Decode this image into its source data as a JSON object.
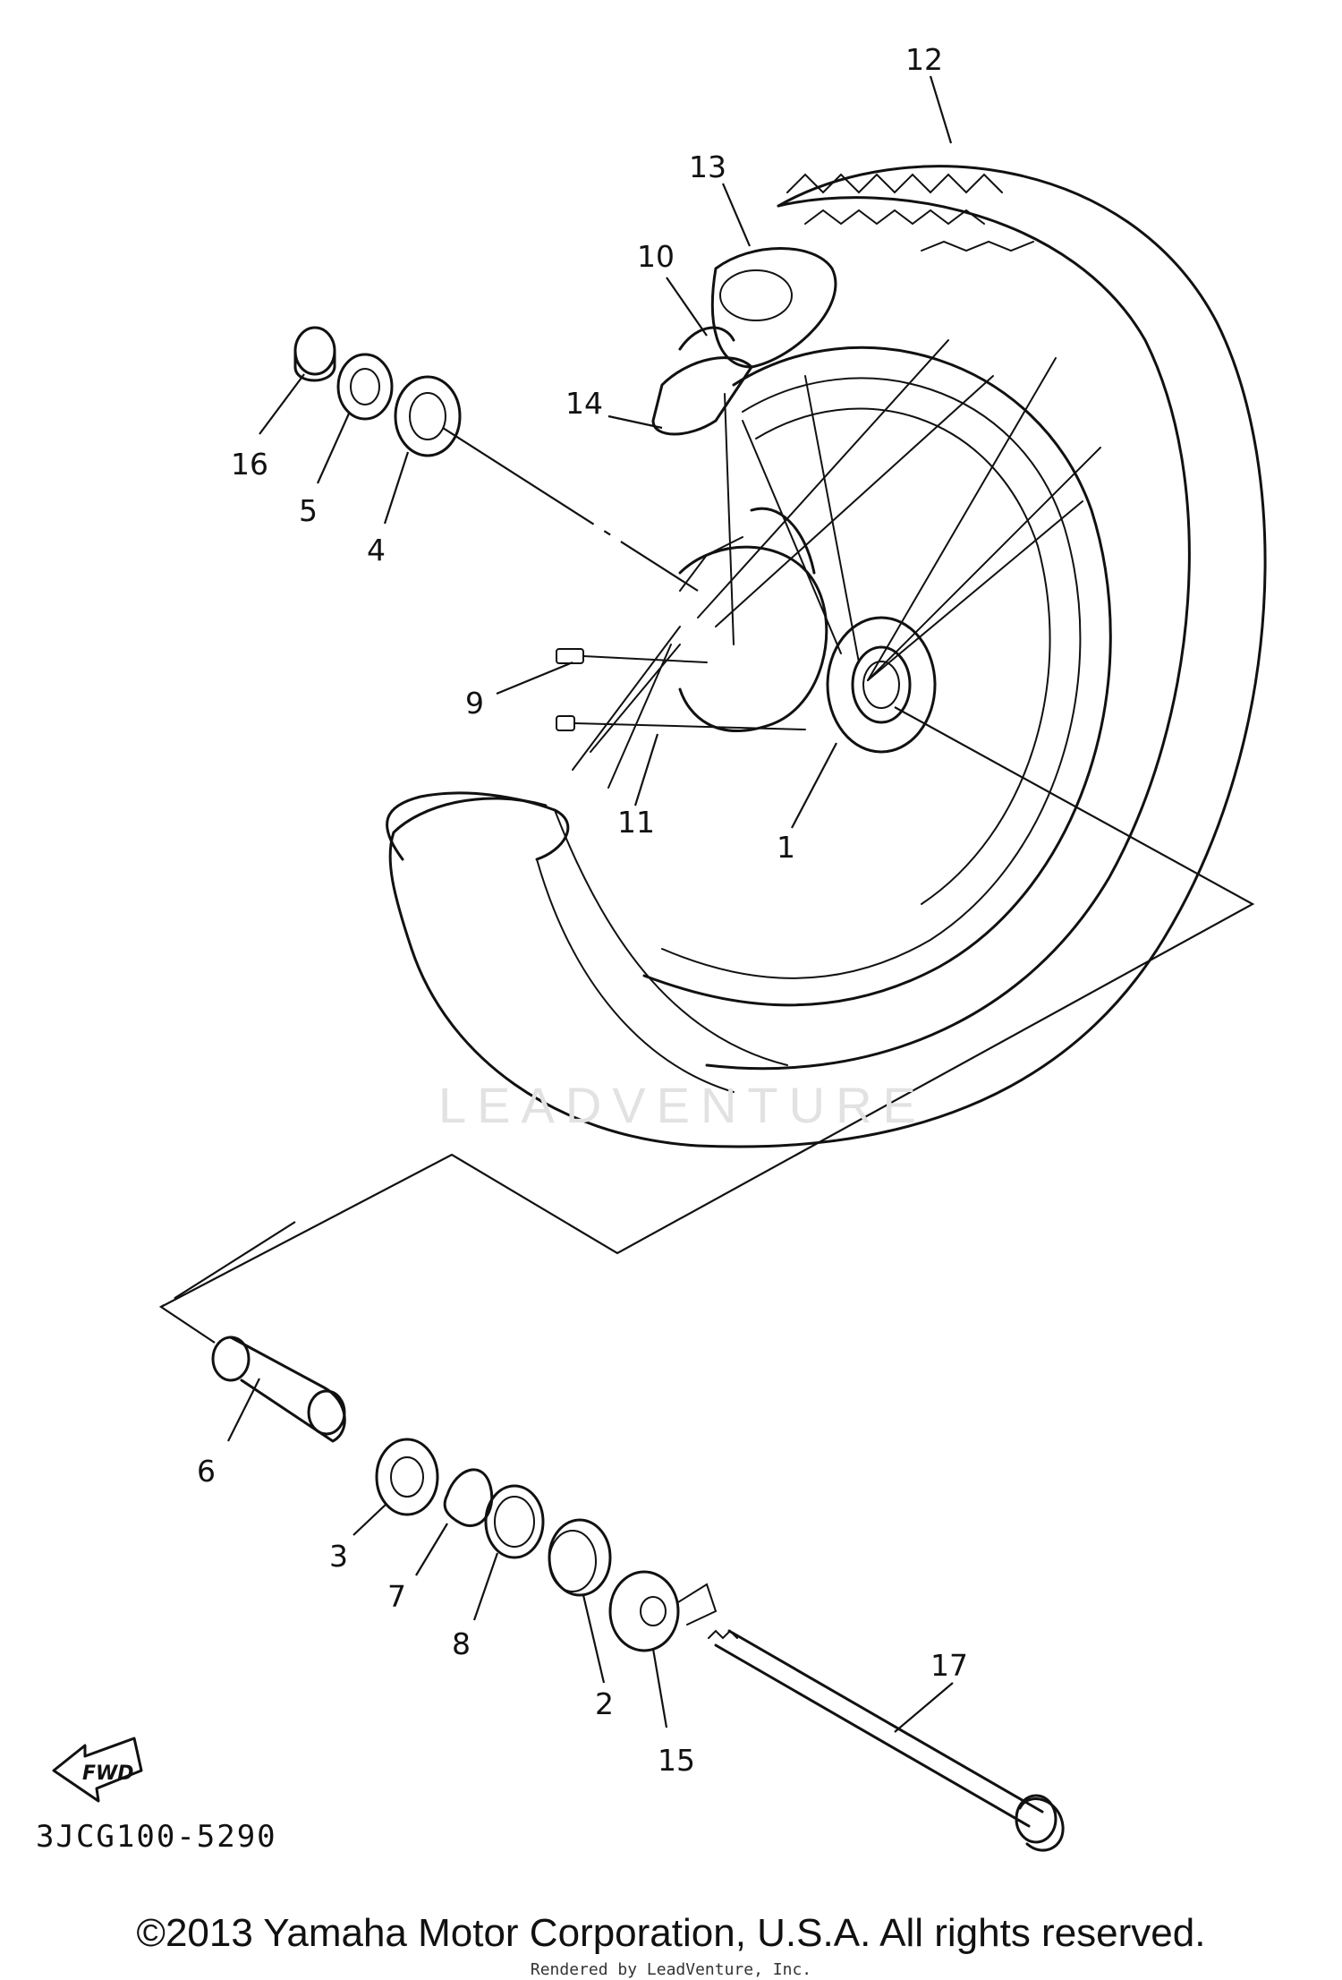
{
  "diagram": {
    "part_code": "3JCG100-5290",
    "copyright": "©2013 Yamaha Motor Corporation, U.S.A. All rights reserved.",
    "rendered_by": "Rendered by LeadVenture, Inc.",
    "watermark": "LEADVENTURE",
    "fwd_label": "FWD",
    "callouts": [
      "12",
      "13",
      "10",
      "14",
      "16",
      "5",
      "4",
      "9",
      "11",
      "1",
      "6",
      "3",
      "7",
      "8",
      "2",
      "15",
      "17"
    ]
  }
}
